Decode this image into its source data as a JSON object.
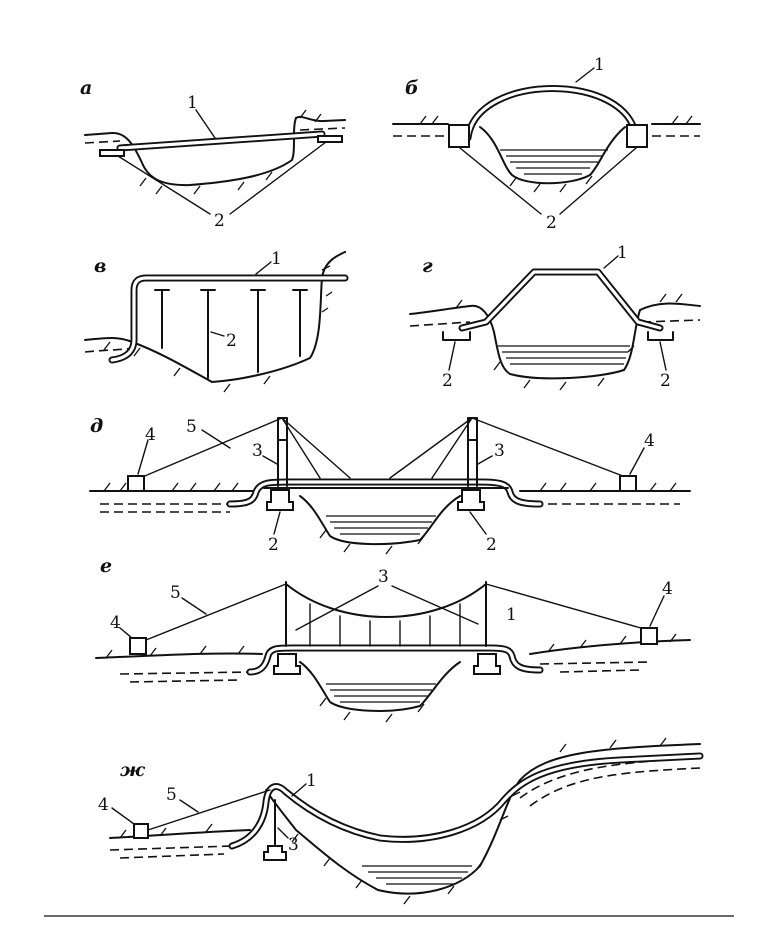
{
  "panels": {
    "a": {
      "letter": "а",
      "n1": "1",
      "n2": "2"
    },
    "b": {
      "letter": "б",
      "n1": "1",
      "n2": "2"
    },
    "v": {
      "letter": "в",
      "n1": "1",
      "n2": "2"
    },
    "g": {
      "letter": "г",
      "n1": "1",
      "n2a": "2",
      "n2b": "2"
    },
    "d": {
      "letter": "д",
      "n4a": "4",
      "n5": "5",
      "n3a": "3",
      "n3b": "3",
      "n4b": "4",
      "n2a": "2",
      "n2b": "2"
    },
    "e": {
      "letter": "е",
      "n3": "3",
      "n5": "5",
      "n4a": "4",
      "n1": "1",
      "n4b": "4"
    },
    "zh": {
      "letter": "ж",
      "n5": "5",
      "n1": "1",
      "n4": "4",
      "n3": "3"
    }
  }
}
